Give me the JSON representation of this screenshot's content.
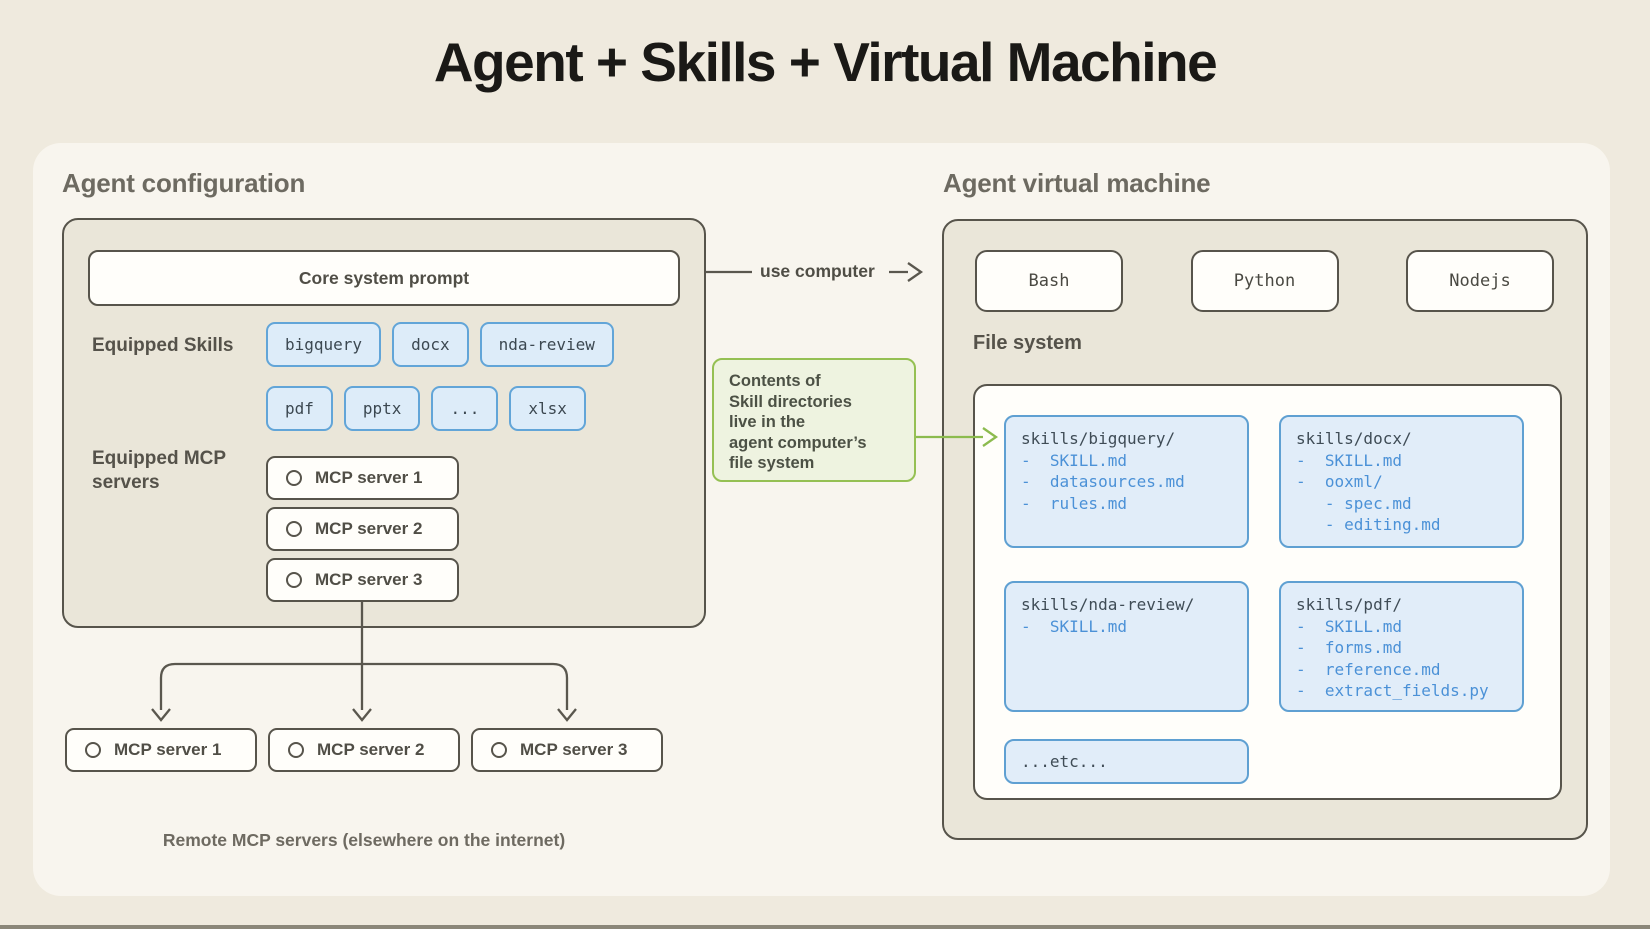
{
  "title": "Agent + Skills + Virtual Machine",
  "colors": {
    "page_bg": "#efeade",
    "board_bg": "#f8f5ee",
    "panel_bg": "#eae6d9",
    "dark_border": "#57544b",
    "heading_gray": "#6d6a61",
    "chip_bg": "#ddecf9",
    "chip_border": "#62a5d8",
    "code_blue": "#4b91d7",
    "green_border": "#95c053",
    "green_bg": "#eef3e0"
  },
  "agent_config": {
    "heading": "Agent configuration",
    "core_prompt_label": "Core system prompt",
    "skills_label": "Equipped Skills",
    "skills_row1": [
      "bigquery",
      "docx",
      "nda-review"
    ],
    "skills_row2": [
      "pdf",
      "pptx",
      "...",
      "xlsx"
    ],
    "mcp_label": "Equipped MCP servers",
    "mcp_servers": [
      "MCP server 1",
      "MCP server 2",
      "MCP server 3"
    ]
  },
  "connector": {
    "use_computer_label": "use computer"
  },
  "green_note": {
    "lines": [
      "Contents of",
      "Skill directories",
      "live in the",
      "agent computer’s",
      "file system"
    ]
  },
  "remote": {
    "servers": [
      "MCP server 1",
      "MCP server 2",
      "MCP server 3"
    ],
    "caption": "Remote MCP servers (elsewhere on the internet)"
  },
  "vm": {
    "heading": "Agent virtual machine",
    "runtimes": [
      "Bash",
      "Python",
      "Nodejs"
    ],
    "fs_label": "File system",
    "dirs": [
      {
        "header": "skills/bigquery/",
        "lines": [
          "-  SKILL.md",
          "-  datasources.md",
          "-  rules.md"
        ]
      },
      {
        "header": "skills/docx/",
        "lines": [
          "-  SKILL.md",
          "-  ooxml/",
          "   - spec.md",
          "   - editing.md"
        ]
      },
      {
        "header": "skills/nda-review/",
        "lines": [
          "-  SKILL.md"
        ]
      },
      {
        "header": "skills/pdf/",
        "lines": [
          "-  SKILL.md",
          "-  forms.md",
          "-  reference.md",
          "-  extract_fields.py"
        ]
      }
    ],
    "etc_label": "...etc..."
  }
}
